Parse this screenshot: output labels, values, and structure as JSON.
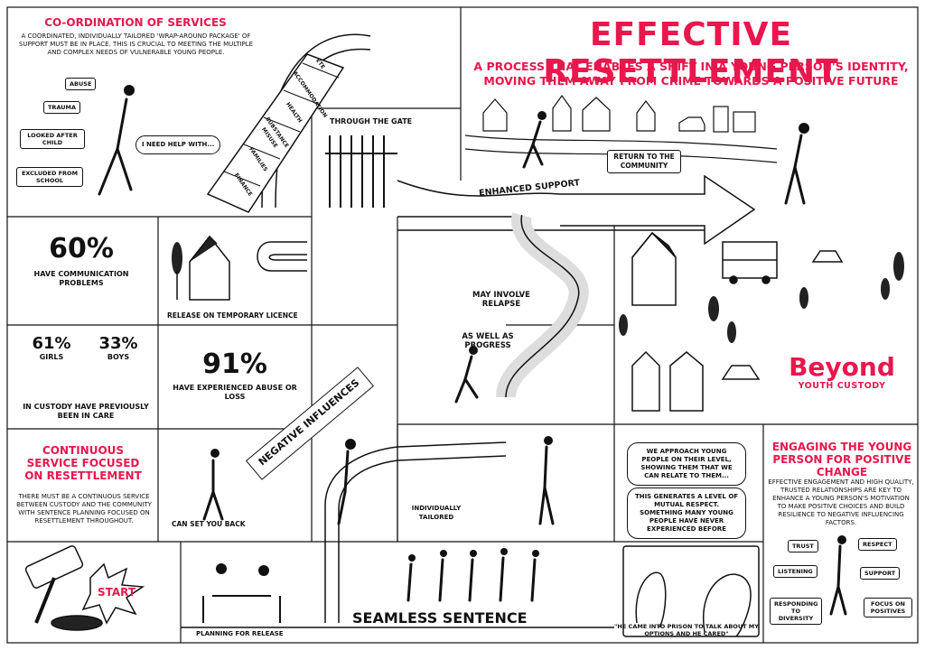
{
  "title": "EFFECTIVE RESETTLEMENT",
  "subtitle_line1": "A PROCESS THAT ENABLES A SHIFT IN A YOUNG PERSON'S IDENTITY,",
  "subtitle_line2": "MOVING THEM AWAY FROM CRIME TOWARDS A POSITIVE FUTURE",
  "coordination": {
    "title": "CO-ORDINATION OF SERVICES",
    "body": "A COORDINATED, INDIVIDUALLY TAILORED 'WRAP-AROUND PACKAGE' OF SUPPORT MUST BE IN PLACE. THIS IS CRUCIAL TO MEETING THE MULTIPLE AND COMPLEX NEEDS OF VULNERABLE YOUNG PEOPLE.",
    "arrows": [
      "ABUSE",
      "TRAUMA",
      "LOOKED AFTER CHILD",
      "EXCLUDED FROM SCHOOL"
    ],
    "thought": "I NEED HELP WITH...",
    "ladder": [
      "ETE",
      "ACCOMMODATION",
      "HEALTH",
      "SUBSTANCE MISUSE",
      "FAMILIES",
      "FINANCE"
    ]
  },
  "gate_label": "THROUGH THE GATE",
  "enhanced_support": "ENHANCED SUPPORT",
  "return_community": "RETURN TO THE COMMUNITY",
  "stat1": {
    "value": "60%",
    "label": "HAVE COMMUNICATION PROBLEMS"
  },
  "rotl": "RELEASE ON TEMPORARY LICENCE",
  "relapse": "MAY INVOLVE RELAPSE",
  "progress": "AS WELL AS PROGRESS",
  "stat2": {
    "girls_value": "61%",
    "girls": "GIRLS",
    "boys_value": "33%",
    "boys": "BOYS",
    "label": "IN CUSTODY HAVE PREVIOUSLY BEEN IN CARE"
  },
  "stat3": {
    "value": "91%",
    "label": "HAVE EXPERIENCED ABUSE OR LOSS"
  },
  "negative": "NEGATIVE INFLUENCES",
  "setback": "CAN SET YOU BACK",
  "continuous": {
    "title": "CONTINUOUS SERVICE FOCUSED ON RESETTLEMENT",
    "body": "THERE MUST BE A CONTINUOUS SERVICE BETWEEN CUSTODY AND THE COMMUNITY WITH SENTENCE PLANNING FOCUSED ON RESETTLEMENT THROUGHOUT."
  },
  "tailored": "INDIVIDUALLY TAILORED",
  "quote1": "WE APPROACH YOUNG PEOPLE ON THEIR LEVEL, SHOWING THEM THAT WE CAN RELATE TO THEM...",
  "quote2": "THIS GENERATES A LEVEL OF MUTUAL RESPECT. SOMETHING MANY YOUNG PEOPLE HAVE NEVER EXPERIENCED BEFORE",
  "engaging": {
    "title": "ENGAGING THE YOUNG PERSON FOR POSITIVE CHANGE",
    "body": "EFFECTIVE ENGAGEMENT AND HIGH QUALITY, TRUSTED RELATIONSHIPS ARE KEY TO ENHANCE A YOUNG PERSON'S MOTIVATION TO MAKE POSITIVE CHOICES AND BUILD RESILIENCE TO NEGATIVE INFLUENCING FACTORS.",
    "tags": [
      "TRUST",
      "RESPECT",
      "LISTENING",
      "SUPPORT",
      "RESPONDING TO DIVERSITY",
      "FOCUS ON POSITIVES"
    ]
  },
  "logo": {
    "line1": "Beyond",
    "line2": "YOUTH CUSTODY"
  },
  "start": "START",
  "planning": "PLANNING FOR RELEASE",
  "seamless": "SEAMLESS SENTENCE",
  "quote3": "\"HE CAME INTO PRISON TO TALK ABOUT MY OPTIONS AND HE CARED\"",
  "colors": {
    "accent": "#e8174d",
    "ink": "#111111",
    "shade": "#d9d9d9"
  }
}
